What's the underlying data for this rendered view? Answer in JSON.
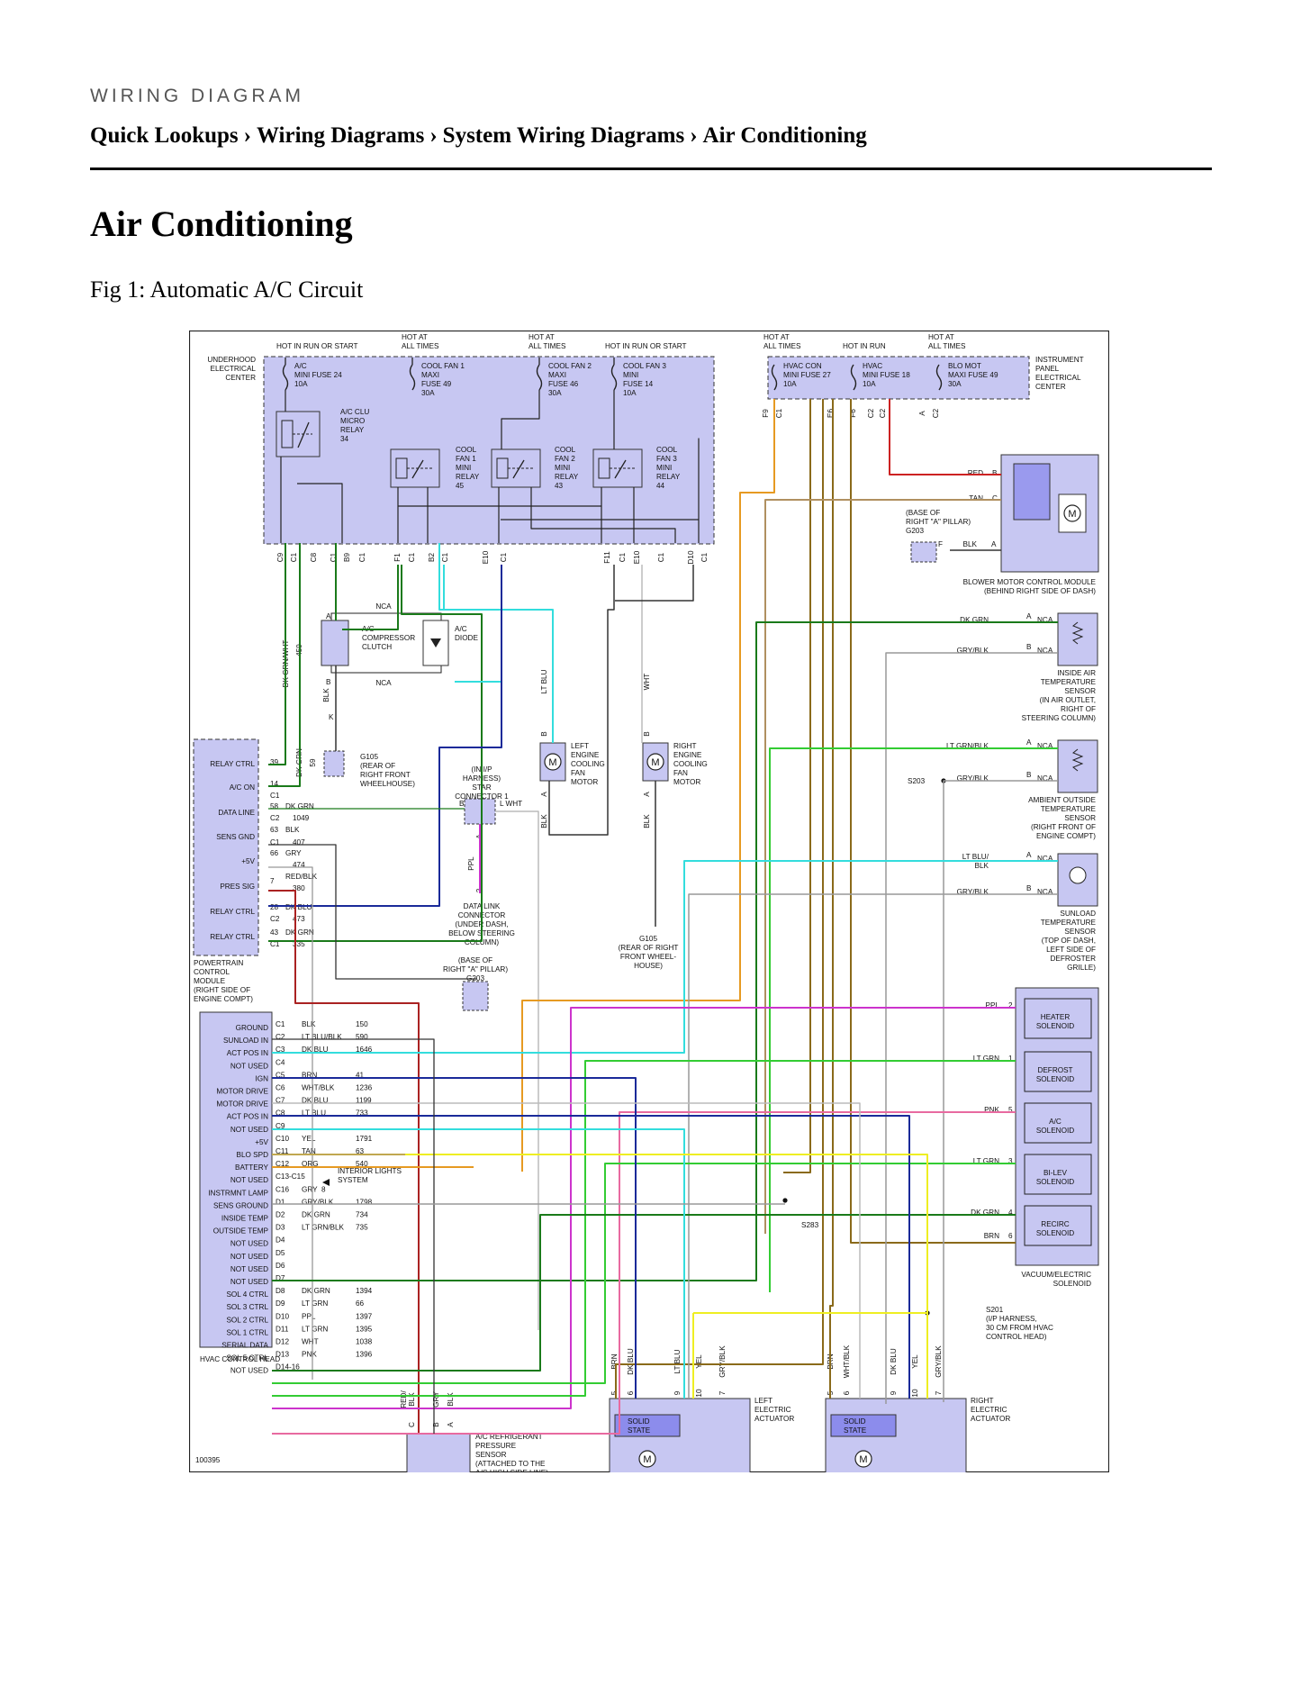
{
  "header": {
    "kicker": "WIRING DIAGRAM",
    "breadcrumb": [
      "Quick Lookups",
      "Wiring Diagrams",
      "System Wiring Diagrams",
      "Air Conditioning"
    ],
    "separator": "›"
  },
  "page_title": "Air Conditioning",
  "figure_caption": "Fig 1: Automatic A/C Circuit",
  "diagram": {
    "colors": {
      "module_fill": "#c7c7f2",
      "module_stroke": "#333333",
      "DK_GRN": "#1a7a1a",
      "LT_GRN": "#33cc33",
      "LT_BLU": "#33dddd",
      "DK_BLU": "#1a2a99",
      "ORG": "#e69a22",
      "BRN": "#8a6a1a",
      "RED": "#cc2222",
      "BLK": "#333333",
      "WHT": "#bbbbbb",
      "GRY": "#999999",
      "PPL": "#cc33cc",
      "PNK": "#e86aa0",
      "YEL": "#eeee22",
      "TAN": "#b09060",
      "RED_BLK": "#aa2222"
    },
    "underhood": {
      "name": [
        "UNDERHOOD",
        "ELECTRICAL",
        "CENTER"
      ],
      "fuses": [
        {
          "hot": [
            "",
            "HOT IN RUN OR START"
          ],
          "label": [
            "A/C",
            "MINI FUSE 24",
            "10A"
          ]
        },
        {
          "hot": [
            "HOT AT",
            "ALL TIMES"
          ],
          "label": [
            "COOL FAN 1",
            "MAXI",
            "FUSE 49",
            "30A"
          ]
        },
        {
          "hot": [
            "HOT AT",
            "ALL TIMES"
          ],
          "label": [
            "COOL FAN 2",
            "MAXI",
            "FUSE 46",
            "30A"
          ]
        },
        {
          "hot": [
            "",
            "HOT IN RUN OR START"
          ],
          "label": [
            "COOL FAN 3",
            "MINI",
            "FUSE 14",
            "10A"
          ]
        }
      ],
      "relays": [
        [
          "A/C CLU",
          "MICRO",
          "RELAY",
          "34"
        ],
        [
          "COOL",
          "FAN 1",
          "MINI",
          "RELAY",
          "45"
        ],
        [
          "COOL",
          "FAN 2",
          "MINI",
          "RELAY",
          "43"
        ],
        [
          "COOL",
          "FAN 3",
          "MINI",
          "RELAY",
          "44"
        ]
      ],
      "pins": [
        "C9",
        "C1",
        "C8",
        "C1",
        "B9",
        "C1",
        "F1",
        "C1",
        "B2",
        "C1",
        "E10",
        "C1",
        "F11",
        "C1",
        "E10",
        "C1",
        "D10",
        "C1"
      ],
      "wires": [
        "DK GRN",
        "DK GRN",
        "DK GRN",
        "LT BLU",
        "DK BLU",
        "BLK",
        "WHT",
        "BLK"
      ]
    },
    "ip_center": {
      "name": [
        "INSTRUMENT",
        "PANEL",
        "ELECTRICAL",
        "CENTER"
      ],
      "fuses": [
        {
          "hot": [
            "HOT AT",
            "ALL TIMES"
          ],
          "label": [
            "HVAC CON",
            "MINI FUSE 27",
            "10A"
          ]
        },
        {
          "hot": [
            "",
            "HOT IN RUN"
          ],
          "label": [
            "HVAC",
            "MINI FUSE 18",
            "10A"
          ]
        },
        {
          "hot": [
            "HOT AT",
            "ALL TIMES"
          ],
          "label": [
            "BLO MOT",
            "MAXI FUSE 49",
            "30A"
          ]
        }
      ],
      "pins": [
        "F9",
        "C1",
        "E6",
        "C2",
        "F6",
        "C2",
        "A",
        "C2"
      ],
      "wires": [
        "ORG",
        "BRN",
        "BRN",
        "BRN",
        "BRN",
        "RED"
      ]
    },
    "blower": {
      "name": [
        "BLOWER MOTOR CONTROL MODULE",
        "(BEHIND RIGHT SIDE OF DASH)"
      ],
      "pins": [
        "B",
        "C",
        "A"
      ],
      "wires": [
        "RED",
        "TAN",
        "BLK"
      ],
      "ground_pin": "F",
      "ground": [
        "(BASE OF",
        "RIGHT \"A\" PILLAR)",
        "G203"
      ]
    },
    "inside_sensor": {
      "name": [
        "INSIDE AIR",
        "TEMPERATURE",
        "SENSOR",
        "(IN AIR OUTLET,",
        "RIGHT OF",
        "STEERING COLUMN)"
      ],
      "wires": [
        "DK GRN",
        "GRY/BLK"
      ],
      "pins": [
        "A",
        "B"
      ],
      "nca": "NCA"
    },
    "ambient_sensor": {
      "name": [
        "AMBIENT OUTSIDE",
        "TEMPERATURE",
        "SENSOR",
        "(RIGHT FRONT OF",
        "ENGINE COMPT)"
      ],
      "wires": [
        "LT GRN/BLK",
        "GRY/BLK"
      ],
      "pins": [
        "A",
        "B"
      ],
      "splice": "S203"
    },
    "sunload_sensor": {
      "name": [
        "SUNLOAD",
        "TEMPERATURE",
        "SENSOR",
        "(TOP OF DASH,",
        "LEFT SIDE OF",
        "DEFROSTER",
        "GRILLE)"
      ],
      "wires": [
        "LT BLU/",
        "BLK",
        "GRY/BLK"
      ],
      "pins": [
        "A",
        "B"
      ]
    },
    "compressor": {
      "name": [
        "A/C",
        "COMPRESSOR",
        "CLUTCH"
      ],
      "diode": [
        "A/C",
        "DIODE"
      ],
      "nca": "NCA",
      "pins": [
        "A",
        "B",
        "K"
      ],
      "wires": [
        "BLK",
        "DK GRN/WHT",
        "459",
        "DK GRN",
        "59"
      ],
      "ground": [
        "G105",
        "(REAR OF",
        "RIGHT FRONT",
        "WHEELHOUSE)"
      ]
    },
    "star_connector": {
      "name": [
        "(IN I/P",
        "HARNESS)",
        "STAR",
        "CONNECTOR 1"
      ],
      "pins": [
        "B",
        "L",
        "A",
        "2"
      ],
      "wires": [
        "WHT",
        "PPL"
      ],
      "dlc": [
        "DATA LINK",
        "CONNECTOR",
        "(UNDER DASH,",
        "BELOW STEERING",
        "COLUMN)"
      ],
      "ground": [
        "(BASE OF",
        "RIGHT \"A\" PILLAR)",
        "G203"
      ]
    },
    "fan_motors": [
      {
        "name": [
          "LEFT",
          "ENGINE",
          "COOLING",
          "FAN",
          "MOTOR"
        ],
        "pins": [
          "B",
          "A"
        ],
        "wires": [
          "LT BLU",
          "BLK"
        ]
      },
      {
        "name": [
          "RIGHT",
          "ENGINE",
          "COOLING",
          "FAN",
          "MOTOR"
        ],
        "pins": [
          "B",
          "A"
        ],
        "wires": [
          "WHT",
          "BLK"
        ]
      }
    ],
    "fan_ground": [
      "G105",
      "(REAR OF RIGHT",
      "FRONT WHEEL-",
      "HOUSE)"
    ],
    "pcm": {
      "name": [
        "POWERTRAIN",
        "CONTROL",
        "MODULE",
        "(RIGHT SIDE OF",
        "ENGINE COMPT)"
      ],
      "terminals": [
        "RELAY CTRL",
        "A/C ON",
        "DATA LINE",
        "SENS GND",
        "+5V",
        "PRES SIG",
        "RELAY CTRL",
        "RELAY CTRL"
      ],
      "pins": [
        "39",
        "14",
        "C1",
        "58",
        "C2",
        "63",
        "C1",
        "66",
        "7",
        "28",
        "C2",
        "43",
        "C1"
      ],
      "wires": [
        "DK GRN",
        "1049",
        "BLK",
        "407",
        "GRY",
        "474",
        "RED/BLK",
        "380",
        "DK BLU",
        "473",
        "DK GRN",
        "335"
      ]
    },
    "hvac_head": {
      "name": "HVAC CONTROL HEAD",
      "rows": [
        {
          "label": "GROUND",
          "pin": "C1",
          "wire": "BLK",
          "circuit": "150"
        },
        {
          "label": "SUNLOAD IN",
          "pin": "C2",
          "wire": "LT BLU/BLK",
          "circuit": "590"
        },
        {
          "label": "ACT POS IN",
          "pin": "C3",
          "wire": "DK BLU",
          "circuit": "1646"
        },
        {
          "label": "NOT USED",
          "pin": "C4",
          "wire": "",
          "circuit": ""
        },
        {
          "label": "IGN",
          "pin": "C5",
          "wire": "BRN",
          "circuit": "41"
        },
        {
          "label": "MOTOR DRIVE",
          "pin": "C6",
          "wire": "WHT/BLK",
          "circuit": "1236"
        },
        {
          "label": "MOTOR DRIVE",
          "pin": "C7",
          "wire": "DK BLU",
          "circuit": "1199"
        },
        {
          "label": "ACT POS IN",
          "pin": "C8",
          "wire": "LT BLU",
          "circuit": "733"
        },
        {
          "label": "NOT USED",
          "pin": "C9",
          "wire": "",
          "circuit": ""
        },
        {
          "label": "+5V",
          "pin": "C10",
          "wire": "YEL",
          "circuit": "1791"
        },
        {
          "label": "BLO SPD",
          "pin": "C11",
          "wire": "TAN",
          "circuit": "63"
        },
        {
          "label": "BATTERY",
          "pin": "C12",
          "wire": "ORG",
          "circuit": "540"
        },
        {
          "label": "NOT USED",
          "pin": "C13-C15",
          "wire": "",
          "circuit": ""
        },
        {
          "label": "INSTRMNT LAMP",
          "pin": "C16",
          "wire": "GRY",
          "circuit": "8"
        },
        {
          "label": "SENS GROUND",
          "pin": "D1",
          "wire": "GRY/BLK",
          "circuit": "1798"
        },
        {
          "label": "INSIDE TEMP",
          "pin": "D2",
          "wire": "DK GRN",
          "circuit": "734"
        },
        {
          "label": "OUTSIDE TEMP",
          "pin": "D3",
          "wire": "LT GRN/BLK",
          "circuit": "735"
        },
        {
          "label": "NOT USED",
          "pin": "D4",
          "wire": "",
          "circuit": ""
        },
        {
          "label": "NOT USED",
          "pin": "D5",
          "wire": "",
          "circuit": ""
        },
        {
          "label": "NOT USED",
          "pin": "D6",
          "wire": "",
          "circuit": ""
        },
        {
          "label": "NOT USED",
          "pin": "D7",
          "wire": "",
          "circuit": ""
        },
        {
          "label": "SOL 4 CTRL",
          "pin": "D8",
          "wire": "DK GRN",
          "circuit": "1394"
        },
        {
          "label": "SOL 3 CTRL",
          "pin": "D9",
          "wire": "LT GRN",
          "circuit": "66"
        },
        {
          "label": "SOL 2 CTRL",
          "pin": "D10",
          "wire": "PPL",
          "circuit": "1397"
        },
        {
          "label": "SOL 1 CTRL",
          "pin": "D11",
          "wire": "LT GRN",
          "circuit": "1395"
        },
        {
          "label": "SERIAL DATA",
          "pin": "D12",
          "wire": "WHT",
          "circuit": "1038"
        },
        {
          "label": "SOL 5 CTRL",
          "pin": "D13",
          "wire": "PNK",
          "circuit": "1396"
        },
        {
          "label": "NOT USED",
          "pin": "D14-16",
          "wire": "",
          "circuit": ""
        }
      ],
      "interior_lights": [
        "INTERIOR LIGHTS",
        "SYSTEM"
      ]
    },
    "solenoid": {
      "name": [
        "VACUUM/ELECTRIC",
        "SOLENOID"
      ],
      "items": [
        {
          "wire": "PPL",
          "pin": "2",
          "label": [
            "HEATER",
            "SOLENOID"
          ]
        },
        {
          "wire": "LT GRN",
          "pin": "1",
          "label": [
            "DEFROST",
            "SOLENOID"
          ]
        },
        {
          "wire": "PNK",
          "pin": "5",
          "label": [
            "A/C",
            "SOLENOID"
          ]
        },
        {
          "wire": "LT GRN",
          "pin": "3",
          "label": [
            "BI-LEV",
            "SOLENOID"
          ]
        },
        {
          "wire": "DK GRN",
          "pin": "4",
          "label": [
            "RECIRC",
            "SOLENOID"
          ]
        },
        {
          "wire": "BRN",
          "pin": "6",
          "label": []
        }
      ],
      "splice_283": "S283",
      "splice_201": [
        "S201",
        "(I/P HARNESS,",
        "30 CM FROM HVAC",
        "CONTROL HEAD)"
      ]
    },
    "pressure_sensor": {
      "name": [
        "A/C REFRIGERANT",
        "PRESSURE",
        "SENSOR",
        "(ATTACHED TO THE",
        "A/C HIGH SIDE LINE)"
      ],
      "wires": [
        "RED/",
        "BLK",
        "GRY",
        "BLK"
      ],
      "pins": [
        "C",
        "B",
        "A"
      ]
    },
    "actuators": [
      {
        "name": [
          "LEFT",
          "ELECTRIC",
          "ACTUATOR"
        ],
        "pins": [
          "5",
          "6",
          "9",
          "10",
          "7"
        ],
        "wires": [
          "BRN",
          "DK BLU",
          "LT BLU",
          "YEL",
          "GRY/BLK"
        ],
        "state": [
          "SOLID",
          "STATE"
        ]
      },
      {
        "name": [
          "RIGHT",
          "ELECTRIC",
          "ACTUATOR"
        ],
        "pins": [
          "5",
          "6",
          "9",
          "10",
          "7"
        ],
        "wires": [
          "BRN",
          "WHT/BLK",
          "DK BLU",
          "YEL",
          "GRY/BLK"
        ],
        "state": [
          "SOLID",
          "STATE"
        ]
      }
    ],
    "motor_glyph": "M",
    "figure_id": "100395"
  }
}
